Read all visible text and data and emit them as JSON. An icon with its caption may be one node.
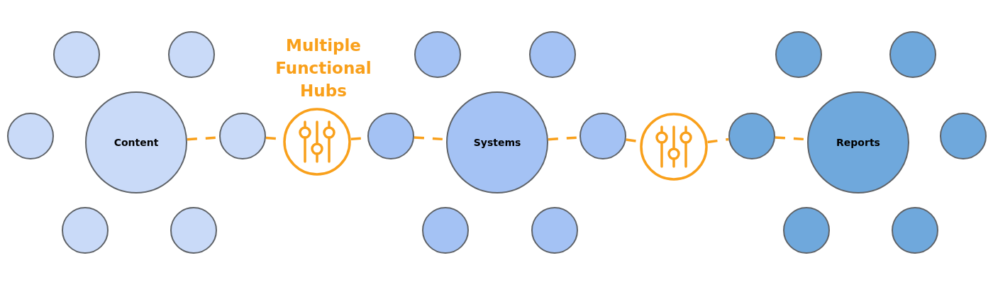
{
  "diagram": {
    "nodes": [
      {
        "text": [
          "Content"
        ]
      },
      {
        "text": [],
        "shape": "circle"
      },
      {
        "text": [],
        "shape": "circle"
      },
      {
        "text": [],
        "shape": "circle"
      },
      {
        "text": [],
        "shape": "circle"
      },
      {
        "text": [],
        "shape": "circle"
      },
      {
        "text": [],
        "shape": "circle"
      },
      {
        "text": [],
        "shape": "picture"
      },
      {
        "text": [],
        "shape": "circle"
      },
      {
        "text": [
          "Systems"
        ]
      },
      {
        "text": [],
        "shape": "circle"
      },
      {
        "text": [],
        "shape": "circle"
      },
      {
        "text": [],
        "shape": "circle"
      },
      {
        "text": [],
        "shape": "circle"
      },
      {
        "text": [],
        "shape": "circle"
      },
      {
        "text": [],
        "shape": "picture"
      },
      {
        "text": [],
        "shape": "circle"
      },
      {
        "text": [
          "Reports"
        ]
      },
      {
        "text": [],
        "shape": "circle"
      },
      {
        "text": [],
        "shape": "circle"
      },
      {
        "text": [],
        "shape": "circle"
      },
      {
        "text": [],
        "shape": "circle"
      },
      {
        "text": [],
        "shape": "circle"
      }
    ],
    "edges": [
      {
        "from": 0,
        "to": 4,
        "arrow": "none",
        "style": "dashed"
      },
      {
        "from": 4,
        "to": 7,
        "arrow": "none",
        "style": "dashed"
      },
      {
        "from": 7,
        "to": 8,
        "arrow": "none",
        "style": "dashed"
      },
      {
        "from": 8,
        "to": 9,
        "arrow": "none",
        "style": "dashed"
      },
      {
        "from": 9,
        "to": 12,
        "arrow": "none",
        "style": "dashed"
      },
      {
        "from": 12,
        "to": 15,
        "arrow": "none",
        "style": "dashed"
      },
      {
        "from": 15,
        "to": 16,
        "arrow": "none",
        "style": "dashed"
      },
      {
        "from": 16,
        "to": 17,
        "arrow": "none",
        "style": "dashed"
      }
    ],
    "labels": [
      "Multiple Functional Hubs"
    ]
  }
}
